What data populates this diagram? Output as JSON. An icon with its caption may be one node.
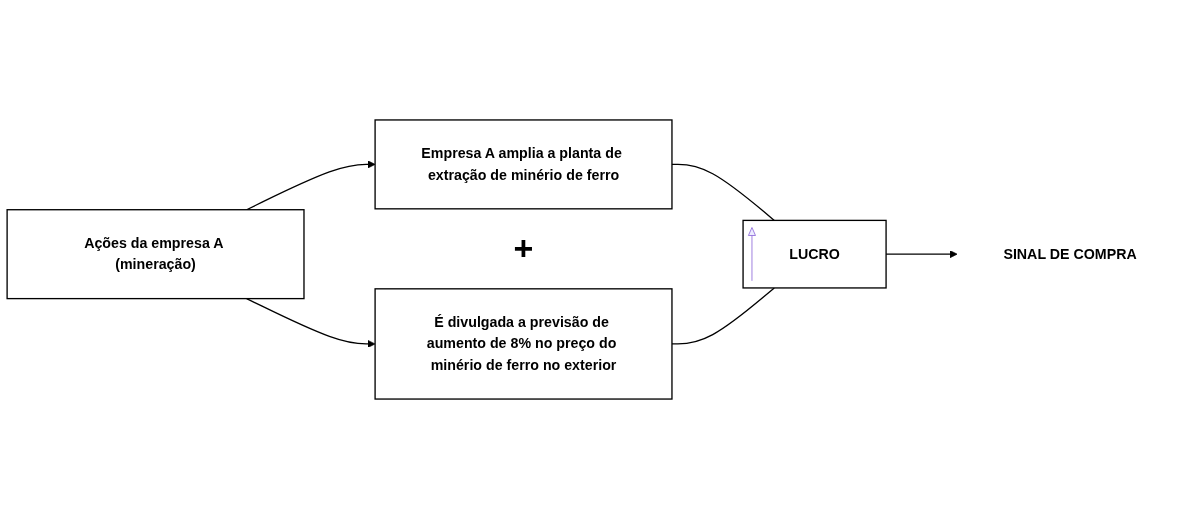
{
  "diagram": {
    "nodes": [
      {
        "text": [
          "Ações da empresa A (mineração)"
        ]
      },
      {
        "text": [
          "Empresa A amplia a planta de extração de minério de ferro"
        ]
      },
      {
        "text": [
          "É divulgada a previsão de aumento de 8% no preço do minério de ferro no exterior"
        ]
      },
      {
        "text": [
          "LUCRO"
        ]
      },
      {
        "text": [
          "SINAL DE COMPRA"
        ]
      }
    ],
    "edges": [
      {
        "from": 0,
        "to": 1,
        "arrow": "to"
      },
      {
        "from": 0,
        "to": 2,
        "arrow": "to"
      },
      {
        "from": 1,
        "to": 3,
        "arrow": "none"
      },
      {
        "from": 2,
        "to": 3,
        "arrow": "none"
      },
      {
        "from": 3,
        "to": 4,
        "arrow": "to"
      }
    ],
    "labels": [
      "+"
    ]
  }
}
